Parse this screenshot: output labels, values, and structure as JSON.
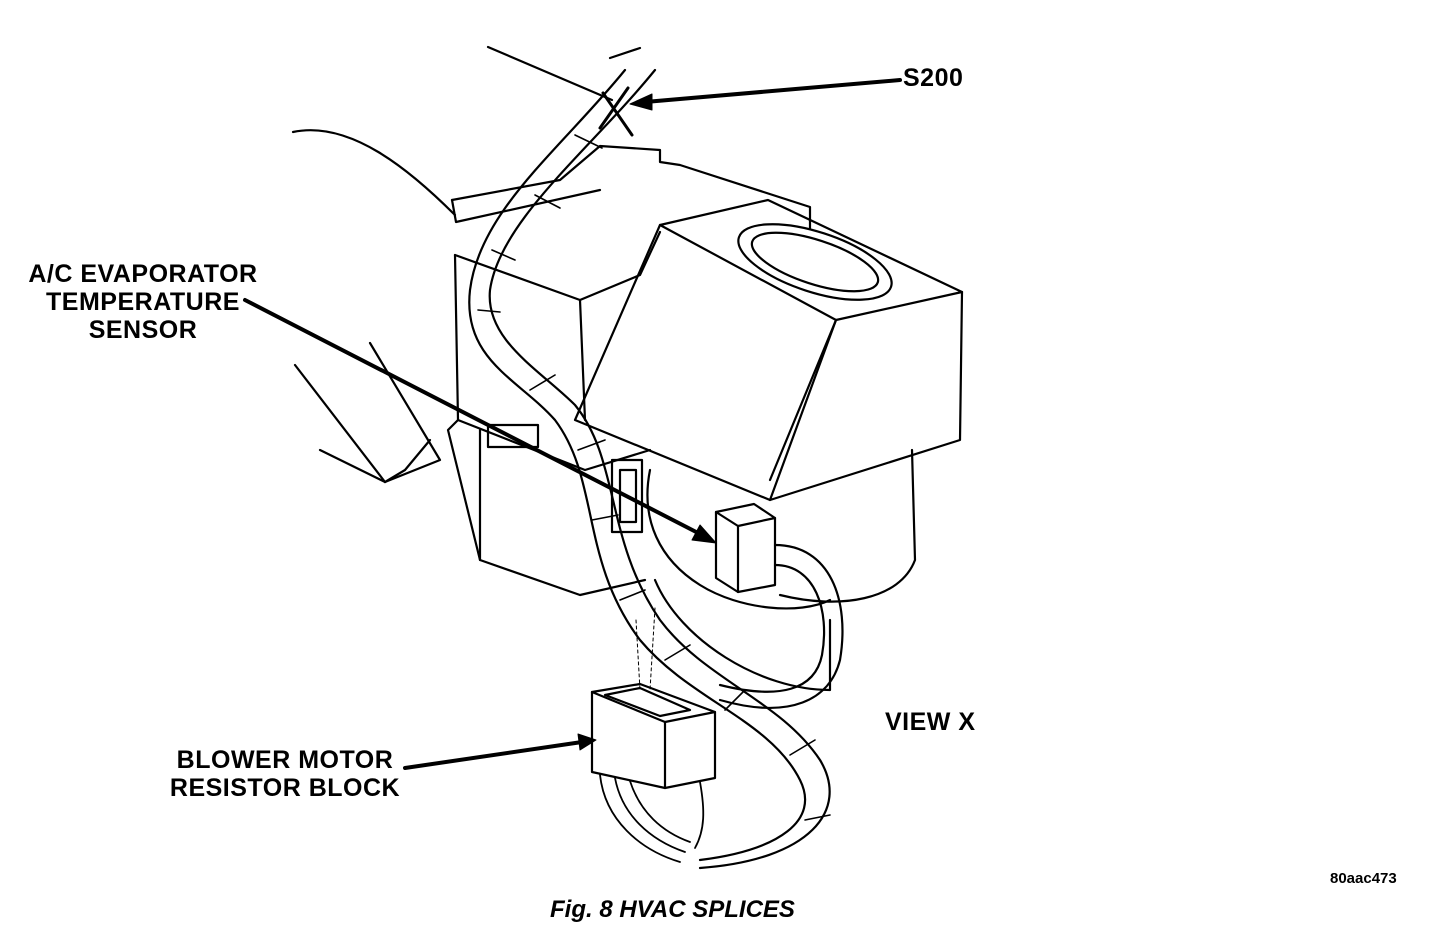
{
  "labels": {
    "splice": "S200",
    "evap_line1": "A/C EVAPORATOR",
    "evap_line2": "TEMPERATURE",
    "evap_line3": "SENSOR",
    "view": "VIEW X",
    "blower_line1": "BLOWER MOTOR",
    "blower_line2": "RESISTOR BLOCK"
  },
  "figure_code": "80aac473",
  "caption": "Fig. 8 HVAC SPLICES",
  "colors": {
    "line": "#000000",
    "background": "#ffffff"
  }
}
